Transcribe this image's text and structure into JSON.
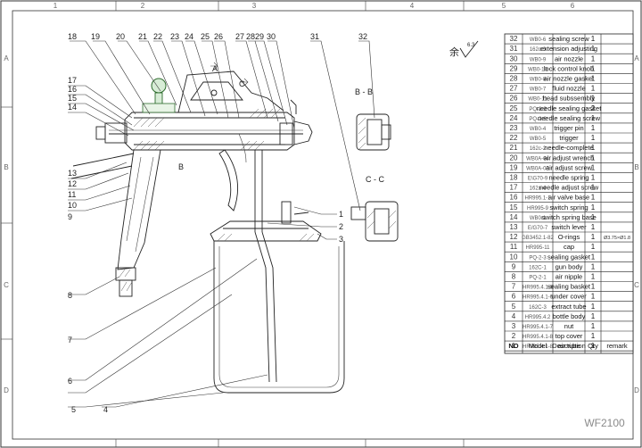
{
  "drawing": {
    "title": "WF2100",
    "finish_note": "余",
    "finish_value": "6.3",
    "section_bb": "B - B",
    "section_cc": "C - C",
    "view_a": "A",
    "view_b": "B",
    "view_c": "C"
  },
  "grid": {
    "columns": [
      "1",
      "2",
      "3",
      "4",
      "5",
      "6"
    ],
    "rows": [
      "A",
      "B",
      "C",
      "D"
    ]
  },
  "callouts": {
    "top": [
      "18",
      "19",
      "20",
      "21",
      "22",
      "23",
      "24",
      "25",
      "26",
      "27",
      "28",
      "29",
      "30",
      "31",
      "32"
    ],
    "left": [
      "17",
      "16",
      "15",
      "14",
      "13",
      "12",
      "11",
      "10",
      "9",
      "8",
      "7",
      "6",
      "5",
      "4"
    ],
    "right": [
      "1",
      "2",
      "3"
    ]
  },
  "parts_table": {
    "headers": {
      "no": "NO",
      "model": "Model",
      "description": "Description",
      "qty": "Qty",
      "remark": "remark"
    },
    "rows": [
      {
        "no": "32",
        "model": "WB0-6",
        "description": "sealing screw",
        "qty": "1",
        "remark": ""
      },
      {
        "no": "31",
        "model": "162c-3",
        "description": "extension adjusting",
        "qty": "1",
        "remark": ""
      },
      {
        "no": "30",
        "model": "WB0-9",
        "description": "air nozzle",
        "qty": "1",
        "remark": ""
      },
      {
        "no": "29",
        "model": "WB0-10",
        "description": "lock control knob",
        "qty": "1",
        "remark": ""
      },
      {
        "no": "28",
        "model": "WB0-8",
        "description": "air nozzle gasket",
        "qty": "1",
        "remark": ""
      },
      {
        "no": "27",
        "model": "WB0-7",
        "description": "fluid nozzle",
        "qty": "1",
        "remark": ""
      },
      {
        "no": "26",
        "model": "WB0-11",
        "description": "head subssembly",
        "qty": "1",
        "remark": ""
      },
      {
        "no": "25",
        "model": "PQ-2-3",
        "description": "needle sealing gasket",
        "qty": "2",
        "remark": ""
      },
      {
        "no": "24",
        "model": "PQ-2-6",
        "description": "needle sealing screw",
        "qty": "1",
        "remark": ""
      },
      {
        "no": "23",
        "model": "WB0-4",
        "description": "trigger pin",
        "qty": "1",
        "remark": ""
      },
      {
        "no": "22",
        "model": "WB0-5",
        "description": "trigger",
        "qty": "1",
        "remark": ""
      },
      {
        "no": "21",
        "model": "162c-2",
        "description": "needle-complete",
        "qty": "1",
        "remark": ""
      },
      {
        "no": "20",
        "model": "WB0A-04",
        "description": "air adjust wrench",
        "qty": "1",
        "remark": ""
      },
      {
        "no": "19",
        "model": "WB0A-03",
        "description": "air adjust screw",
        "qty": "1",
        "remark": ""
      },
      {
        "no": "18",
        "model": "E\\G70-9",
        "description": "needle spring",
        "qty": "1",
        "remark": ""
      },
      {
        "no": "17",
        "model": "162a-4",
        "description": "needle adjust screw",
        "qty": "1",
        "remark": ""
      },
      {
        "no": "16",
        "model": "HR995.1-1",
        "description": "air valve base",
        "qty": "1",
        "remark": ""
      },
      {
        "no": "15",
        "model": "HR995-9",
        "description": "switch spring",
        "qty": "1",
        "remark": ""
      },
      {
        "no": "14",
        "model": "WB0-1",
        "description": "switch spring base",
        "qty": "1",
        "remark": ""
      },
      {
        "no": "13",
        "model": "E/G70-7",
        "description": "switch lever",
        "qty": "1",
        "remark": ""
      },
      {
        "no": "12",
        "model": "GB3452.1-82",
        "description": "O-rings",
        "qty": "1",
        "remark": "Ø3.75×Ø1.8"
      },
      {
        "no": "11",
        "model": "HR995-11",
        "description": "cap",
        "qty": "1",
        "remark": ""
      },
      {
        "no": "10",
        "model": "PQ-2-3",
        "description": "sealing gasket",
        "qty": "1",
        "remark": ""
      },
      {
        "no": "9",
        "model": "162C-1",
        "description": "gun body",
        "qty": "1",
        "remark": ""
      },
      {
        "no": "8",
        "model": "PQ-2-1",
        "description": "air nipple",
        "qty": "1",
        "remark": ""
      },
      {
        "no": "7",
        "model": "HR995.4.1-8",
        "description": "sealing basket",
        "qty": "1",
        "remark": ""
      },
      {
        "no": "6",
        "model": "HR995.4.1-6",
        "description": "under cover",
        "qty": "1",
        "remark": ""
      },
      {
        "no": "5",
        "model": "162C-3",
        "description": "extract tube",
        "qty": "1",
        "remark": ""
      },
      {
        "no": "4",
        "model": "HR995.4.2",
        "description": "bottle body",
        "qty": "1",
        "remark": ""
      },
      {
        "no": "3",
        "model": "HR995.4.1-7",
        "description": "nut",
        "qty": "1",
        "remark": ""
      },
      {
        "no": "2",
        "model": "HR995.4.1-8",
        "description": "top cover",
        "qty": "1",
        "remark": ""
      },
      {
        "no": "1",
        "model": "HR995.4.1-8",
        "description": "air tube",
        "qty": "1",
        "remark": ""
      }
    ]
  }
}
